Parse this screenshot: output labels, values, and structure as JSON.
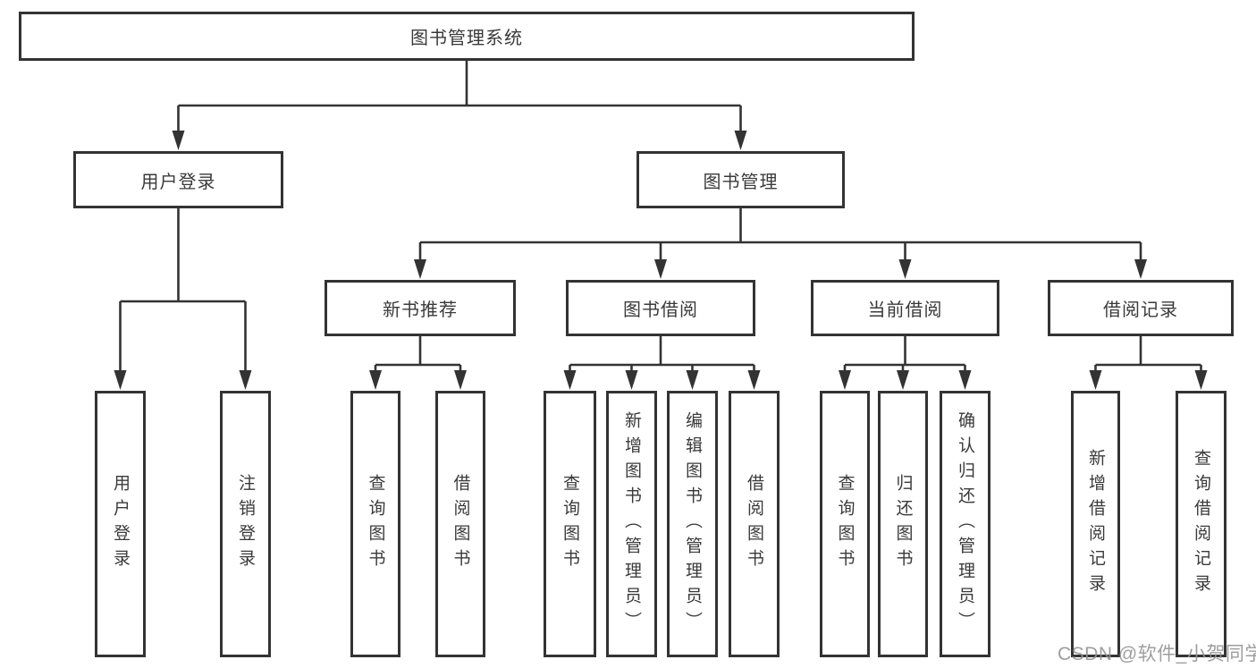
{
  "diagram": {
    "root": {
      "label": "图书管理系统"
    },
    "level2": [
      {
        "id": "user-login",
        "label": "用户登录"
      },
      {
        "id": "book-management",
        "label": "图书管理"
      }
    ],
    "level3": [
      {
        "id": "new-book-recommend",
        "label": "新书推荐",
        "parent": "图书管理"
      },
      {
        "id": "book-borrow",
        "label": "图书借阅",
        "parent": "图书管理"
      },
      {
        "id": "current-borrow",
        "label": "当前借阅",
        "parent": "图书管理"
      },
      {
        "id": "borrow-records",
        "label": "借阅记录",
        "parent": "图书管理"
      }
    ],
    "leaves": {
      "login": [
        "用户登录",
        "注销登录"
      ],
      "recommend": [
        "查询图书",
        "借阅图书"
      ],
      "borrow": [
        "查询图书",
        "新增图书（管理员）",
        "编辑图书（管理员）",
        "借阅图书"
      ],
      "current": [
        "查询图书",
        "归还图书",
        "确认归还（管理员）"
      ],
      "records": [
        "新增借阅记录",
        "查询借阅记录"
      ]
    }
  },
  "watermark": {
    "text": "CSDN @软件_小贺同学"
  },
  "colors": {
    "line": "#333333",
    "text": "#3a3a3a",
    "background": "#ffffff",
    "watermark": "#949494"
  }
}
